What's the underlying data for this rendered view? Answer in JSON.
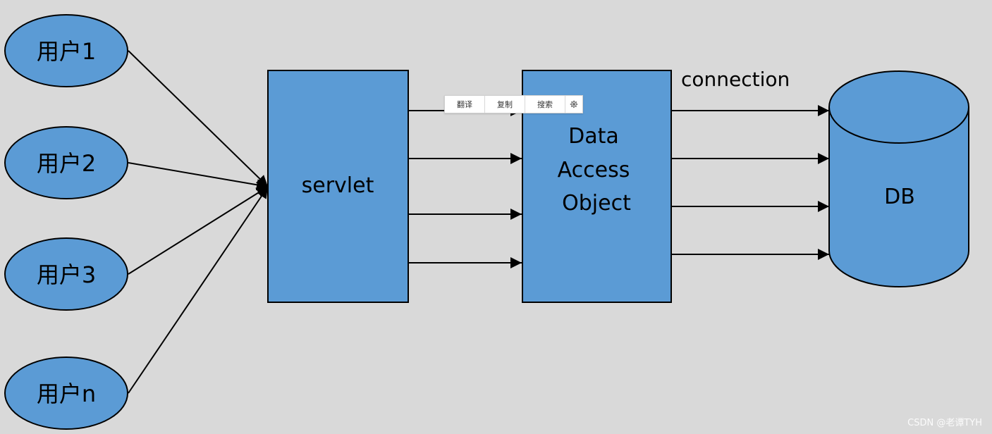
{
  "diagram": {
    "users": [
      {
        "label": "用户1"
      },
      {
        "label": "用户2"
      },
      {
        "label": "用户3"
      },
      {
        "label": "用户n"
      }
    ],
    "servlet_label": "servlet",
    "dao_label_lines": [
      "Data",
      "Access",
      "Object"
    ],
    "db_label": "DB",
    "connection_label": "connection",
    "colors": {
      "fill": "#5b9bd5",
      "stroke": "#000000",
      "background": "#d9d9d9"
    }
  },
  "toolbar": {
    "translate_label": "翻译",
    "copy_label": "复制",
    "search_label": "搜索",
    "settings_icon": "gear-icon"
  },
  "watermark": {
    "text": "CSDN @老谭TYH"
  }
}
